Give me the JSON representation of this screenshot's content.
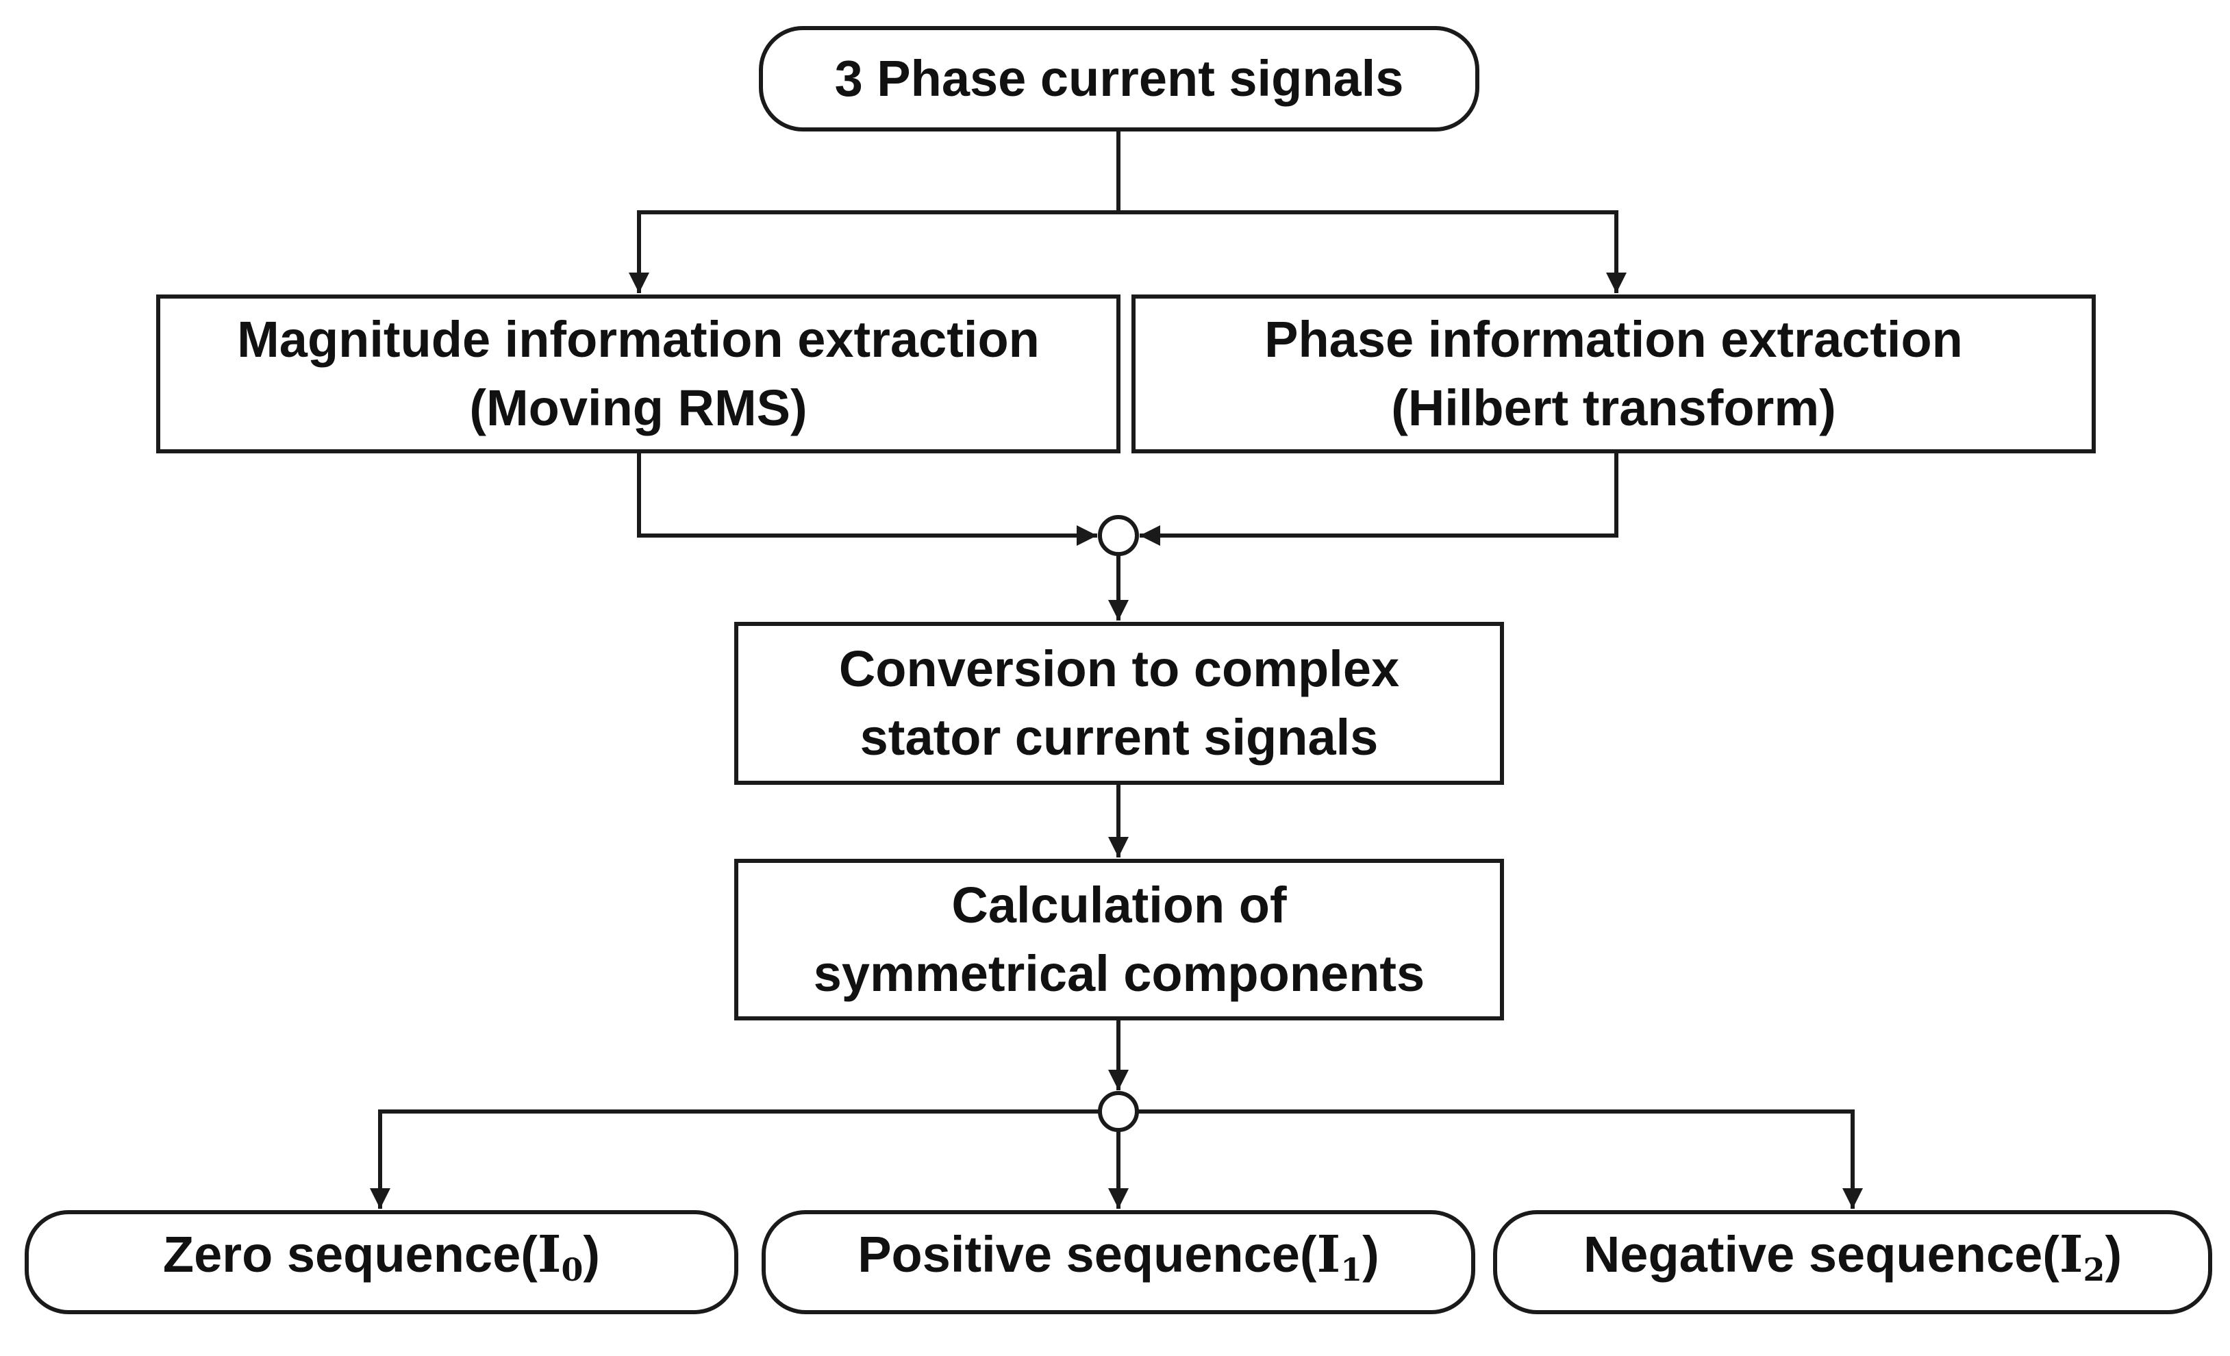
{
  "diagram": {
    "nodes": {
      "input": {
        "text": "3 Phase current signals"
      },
      "magnitude": {
        "line1": "Magnitude information extraction",
        "line2": "(Moving RMS)"
      },
      "phase": {
        "line1": "Phase information extraction",
        "line2": "(Hilbert transform)"
      },
      "conversion": {
        "line1": "Conversion to complex",
        "line2": "stator current signals"
      },
      "calculation": {
        "line1": "Calculation of",
        "line2": "symmetrical components"
      },
      "zero": {
        "prefix": "Zero sequence(",
        "symbol": "I",
        "subscript": "0",
        "suffix": ")"
      },
      "positive": {
        "prefix": "Positive sequence(",
        "symbol": "I",
        "subscript": "1",
        "suffix": ")"
      },
      "negative": {
        "prefix": "Negative sequence(",
        "symbol": "I",
        "subscript": "2",
        "suffix": ")"
      }
    },
    "colors": {
      "stroke": "#1a1a1a",
      "text": "#111111",
      "background": "#ffffff"
    }
  }
}
